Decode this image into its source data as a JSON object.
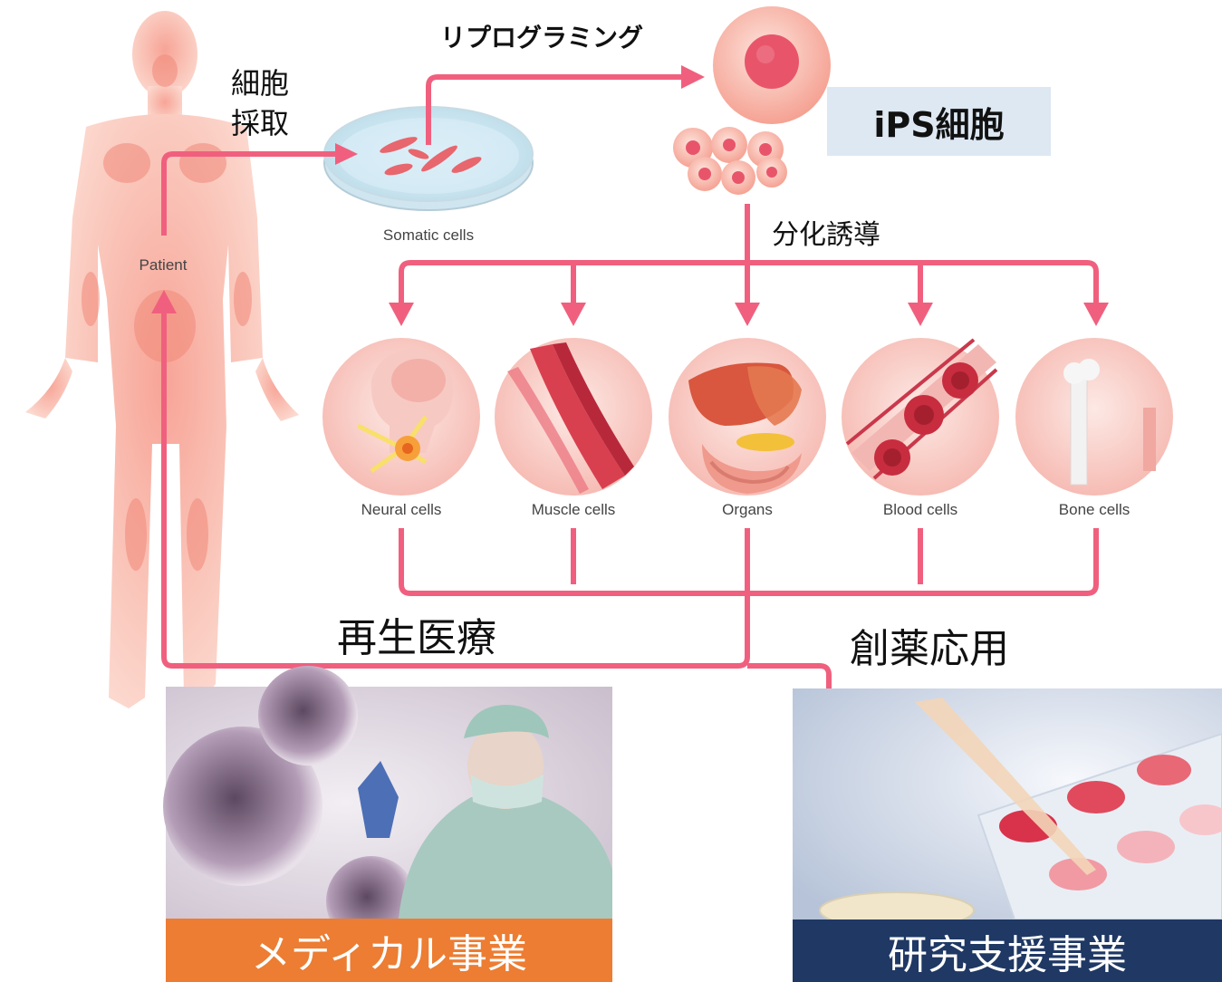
{
  "labels": {
    "cell_collection_line1": "細胞",
    "cell_collection_line2": "採取",
    "reprogramming": "リプログラミング",
    "ips_cells": "iPS細胞",
    "differentiation": "分化誘導",
    "patient": "Patient",
    "somatic_cells": "Somatic cells",
    "regenerative_medicine": "再生医療",
    "drug_discovery": "創薬応用"
  },
  "cell_types": [
    {
      "key": "neural",
      "label": "Neural cells"
    },
    {
      "key": "muscle",
      "label": "Muscle cells"
    },
    {
      "key": "organs",
      "label": "Organs"
    },
    {
      "key": "blood",
      "label": "Blood cells"
    },
    {
      "key": "bone",
      "label": "Bone cells"
    }
  ],
  "businesses": {
    "medical": "メディカル事業",
    "research": "研究支援事業"
  },
  "colors": {
    "arrow": "#f0607e",
    "body": "#f9b7a8",
    "medical_bar": "#ec7d32",
    "research_bar": "#1f3864",
    "ips_box": "#dde8f3"
  }
}
